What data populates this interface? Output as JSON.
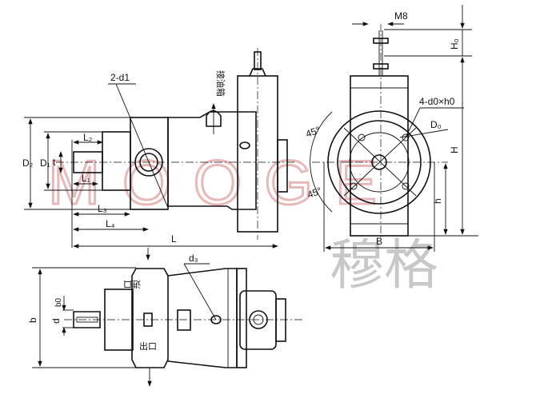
{
  "watermark": {
    "latin": "MOOGE",
    "chinese": "穆格"
  },
  "side_view": {
    "hole_label": "2-d1",
    "oil_tank_label": "接油箱",
    "dims": {
      "D2": "D₂",
      "D1": "D₁",
      "t": "t",
      "L2": "L₂",
      "L1": "L₁",
      "L3": "L₃",
      "L4": "L₄",
      "L": "L"
    }
  },
  "end_view": {
    "thread_label": "M8",
    "holes_label": "4-d0×h0",
    "dims": {
      "H0": "H₀",
      "H": "H",
      "h": "h",
      "B": "B",
      "D0": "D₀",
      "angle_top": "45°",
      "angle_bottom": "45°"
    }
  },
  "top_view": {
    "inlet_label": "进口",
    "outlet_label": "出口",
    "dims": {
      "d3": "d₃",
      "b": "b",
      "b0": "b0",
      "d": "d"
    }
  }
}
